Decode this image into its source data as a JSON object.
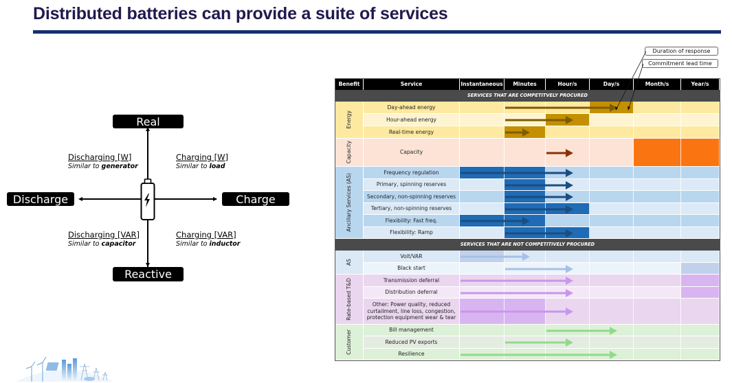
{
  "title": "Distributed batteries can provide a suite of services",
  "quadrant": {
    "top": "Real",
    "bottom": "Reactive",
    "left": "Discharge",
    "right": "Charge",
    "quadrants": [
      {
        "id": "upper-left",
        "label": "Discharging [W]",
        "similar_prefix": "Similar to ",
        "similar_term": "generator"
      },
      {
        "id": "upper-right",
        "label": "Charging [W]",
        "similar_prefix": "Similar to ",
        "similar_term": "load"
      },
      {
        "id": "lower-left",
        "label": "Discharging [VAR]",
        "similar_prefix": "Similar to ",
        "similar_term": "capacitor"
      },
      {
        "id": "lower-right",
        "label": "Charging [VAR]",
        "similar_prefix": "Similar to ",
        "similar_term": "inductor"
      }
    ],
    "center_icon": "battery-icon"
  },
  "callouts": {
    "duration": "Duration of response",
    "commitment": "Commitment lead time"
  },
  "table": {
    "headers": [
      "Benefit",
      "Service",
      "Instantaneous",
      "Minutes",
      "Hour/s",
      "Day/s",
      "Month/s",
      "Year/s"
    ],
    "section_competitive": "SERVICES THAT ARE COMPETITVELY PROCURED",
    "section_noncompetitive": "SERVICES THAT ARE NOT COMPETITIVELY PROCURED",
    "timescale_columns": [
      "Instantaneous",
      "Minutes",
      "Hour/s",
      "Day/s",
      "Month/s",
      "Year/s"
    ],
    "groups": [
      {
        "benefit": "Energy",
        "rows": [
          {
            "service": "Day-ahead energy",
            "lead_start": "Minutes",
            "arrow_end": "Day/s",
            "duration": [
              "Day/s"
            ]
          },
          {
            "service": "Hour-ahead energy",
            "lead_start": "Minutes",
            "arrow_end": "Hour/s",
            "duration": [
              "Hour/s"
            ]
          },
          {
            "service": "Real-time energy",
            "lead_start": "Minutes",
            "arrow_end": "Minutes",
            "duration": [
              "Minutes"
            ]
          }
        ]
      },
      {
        "benefit": "Capacity",
        "rows": [
          {
            "service": "Capacity",
            "lead_start": "Hour/s",
            "arrow_end": "Hour/s",
            "duration": [
              "Month/s",
              "Year/s"
            ]
          }
        ]
      },
      {
        "benefit": "Ancillary Services (AS)",
        "rows": [
          {
            "service": "Frequency regulation",
            "lead_start": "Instantaneous",
            "arrow_end": "Hour/s",
            "duration": [
              "Instantaneous",
              "Minutes"
            ]
          },
          {
            "service": "Primary, spinning reserves",
            "lead_start": "Minutes",
            "arrow_end": "Hour/s",
            "duration": [
              "Minutes"
            ]
          },
          {
            "service": "Secondary, non-spinning reserves",
            "lead_start": "Minutes",
            "arrow_end": "Hour/s",
            "duration": [
              "Minutes"
            ]
          },
          {
            "service": "Tertiary, non-spinning reserves",
            "lead_start": "Minutes",
            "arrow_end": "Hour/s",
            "duration": [
              "Minutes",
              "Hour/s"
            ]
          },
          {
            "service": "Flexibility: Fast freq.",
            "lead_start": "Instantaneous",
            "arrow_end": "Minutes",
            "duration": [
              "Instantaneous",
              "Minutes"
            ]
          },
          {
            "service": "Flexibility: Ramp",
            "lead_start": "Minutes",
            "arrow_end": "Hour/s",
            "duration": [
              "Minutes",
              "Hour/s"
            ]
          }
        ]
      },
      {
        "benefit": "AS",
        "rows": [
          {
            "service": "Volt/VAR",
            "lead_start": "Instantaneous",
            "arrow_end": "Minutes",
            "duration": [
              "Instantaneous"
            ]
          },
          {
            "service": "Black start",
            "lead_start": "Minutes",
            "arrow_end": "Hour/s",
            "duration": [
              "Year/s"
            ]
          }
        ]
      },
      {
        "benefit": "Rate-based T&D",
        "rows": [
          {
            "service": "Transmission deferral",
            "lead_start": "Instantaneous",
            "arrow_end": "Hour/s",
            "duration": [
              "Year/s"
            ]
          },
          {
            "service": "Distribution deferral",
            "lead_start": "Instantaneous",
            "arrow_end": "Hour/s",
            "duration": [
              "Year/s"
            ]
          },
          {
            "service": "Other: Power quality, reduced curtailment, line loss, congestion, protection equipment wear & tear",
            "lead_start": "Instantaneous",
            "arrow_end": "Hour/s",
            "duration": [
              "Instantaneous",
              "Minutes"
            ]
          }
        ]
      },
      {
        "benefit": "Customer",
        "rows": [
          {
            "service": "Bill management",
            "lead_start": "Hour/s",
            "arrow_end": "Day/s",
            "duration": []
          },
          {
            "service": "Reduced PV exports",
            "lead_start": "Minutes",
            "arrow_end": "Hour/s",
            "duration": []
          },
          {
            "service": "Resilience",
            "lead_start": "Instantaneous",
            "arrow_end": "Day/s",
            "duration": []
          }
        ]
      }
    ]
  },
  "colors": {
    "title": "#1f1a4d",
    "title_rule": "#13306f",
    "energy_bg_a": "#fde9a0",
    "energy_bg_b": "#fef4d1",
    "energy_fill": "#c49000",
    "energy_arrow": "#7d5c00",
    "capacity_bg": "#fde3d6",
    "capacity_fill": "#fb7412",
    "capacity_arrow": "#8a3205",
    "as_bg_a": "#b9d6ef",
    "as_bg_b": "#dce9f6",
    "as_fill": "#1f6bb5",
    "as_arrow": "#1b4d80",
    "as2_bg_a": "#dbe8f5",
    "as2_bg_b": "#ecf4fb",
    "as2_fill": "#c1d1ec",
    "as2_arrow": "#a6c0e6",
    "td_bg_a": "#ead6ef",
    "td_bg_b": "#f4e8f7",
    "td_fill": "#d8b5f1",
    "td_arrow": "#c797ec",
    "cust_bg_a": "#ddf0d8",
    "cust_bg_b": "#e4ece1",
    "cust_arrow": "#93d98a",
    "header_bg": "#000000",
    "section_bg": "#4a4a4a"
  }
}
